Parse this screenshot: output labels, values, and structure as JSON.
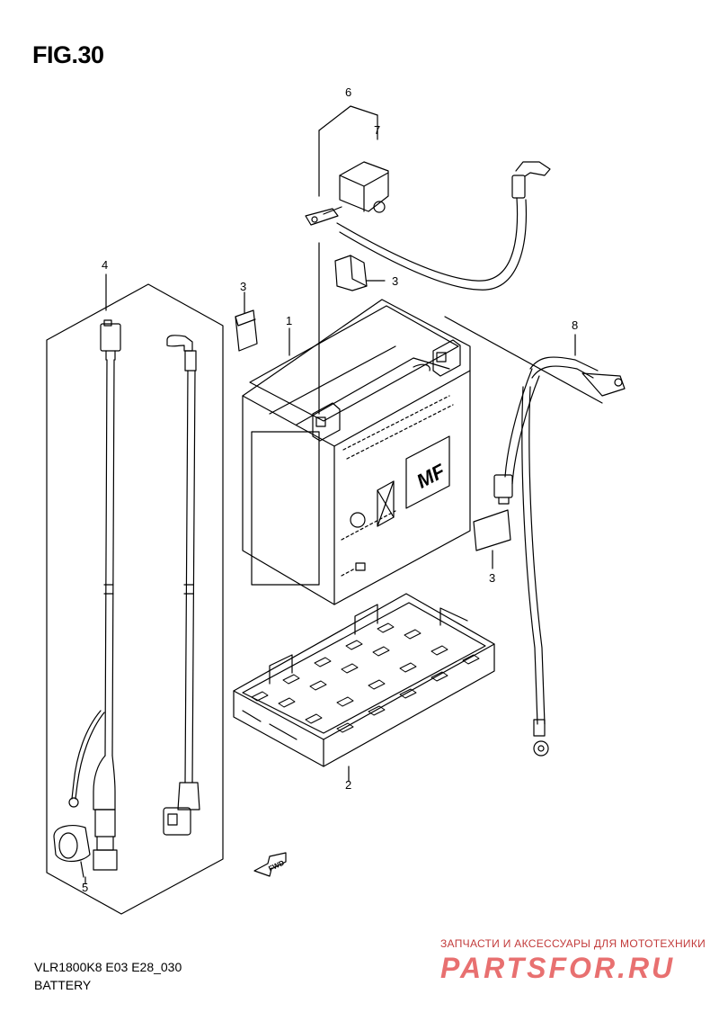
{
  "figure": {
    "title": "FIG.30"
  },
  "callouts": [
    {
      "id": "c1",
      "label": "1"
    },
    {
      "id": "c2",
      "label": "2"
    },
    {
      "id": "c3a",
      "label": "3"
    },
    {
      "id": "c3b",
      "label": "3"
    },
    {
      "id": "c3c",
      "label": "3"
    },
    {
      "id": "c4",
      "label": "4"
    },
    {
      "id": "c5",
      "label": "5"
    },
    {
      "id": "c6",
      "label": "6"
    },
    {
      "id": "c7",
      "label": "7"
    },
    {
      "id": "c8",
      "label": "8"
    }
  ],
  "fwd_label": "FWD",
  "battery_logo": "MF",
  "footer": {
    "code": "VLR1800K8 E03 E28_030",
    "name": "BATTERY"
  },
  "watermark": {
    "tagline": "ЗАПЧАСТИ И АКСЕССУАРЫ ДЛЯ МОТОТЕХНИКИ",
    "logo": "PARTSFOR.RU"
  },
  "colors": {
    "line": "#000000",
    "watermark": "#e87070"
  }
}
